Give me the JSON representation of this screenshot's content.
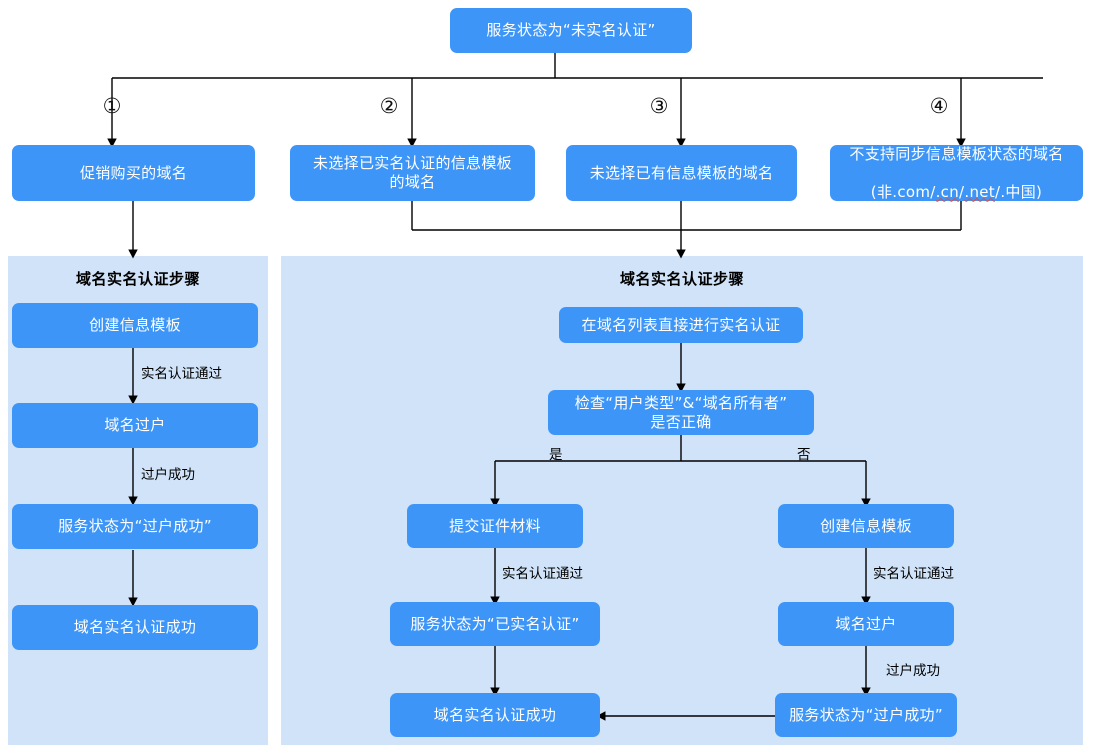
{
  "diagram": {
    "title_top": "服务状态为“未实名认证”",
    "branch_markers": [
      "①",
      "②",
      "③",
      "④"
    ],
    "branch_nodes": [
      {
        "id": "b1",
        "label": "促销购买的域名"
      },
      {
        "id": "b2",
        "label": "未选择已实名认证的信息模板\n的域名"
      },
      {
        "id": "b3",
        "label": "未选择已有信息模板的域名"
      },
      {
        "id": "b4_line1",
        "label": "不支持同步信息模板状态的域名",
        "line2_prefix": "(非.com/",
        "line2_mid": ".cn",
        "line2_sep": "/",
        "line2_mid2": ".net",
        "line2_suffix": "/.中国)"
      }
    ],
    "left_panel": {
      "title": "域名实名认证步骤",
      "nodes": [
        {
          "id": "l1",
          "label": "创建信息模板"
        },
        {
          "id": "l2",
          "label": "域名过户"
        },
        {
          "id": "l3",
          "label": "服务状态为“过户成功”"
        },
        {
          "id": "l4",
          "label": "域名实名认证成功"
        }
      ],
      "edge_labels": [
        "实名认证通过",
        "过户成功"
      ]
    },
    "right_panel": {
      "title": "域名实名认证步骤",
      "nodes": [
        {
          "id": "r1",
          "label": "在域名列表直接进行实名认证"
        },
        {
          "id": "r2",
          "label": "检查“用户类型”&“域名所有者”\n是否正确"
        },
        {
          "id": "r3",
          "label": "提交证件材料"
        },
        {
          "id": "r4",
          "label": "创建信息模板"
        },
        {
          "id": "r5",
          "label": "服务状态为“已实名认证”"
        },
        {
          "id": "r6",
          "label": "域名过户"
        },
        {
          "id": "r7",
          "label": "域名实名认证成功"
        },
        {
          "id": "r8",
          "label": "服务状态为“过户成功”"
        }
      ],
      "edge_labels": {
        "yes": "是",
        "no": "否",
        "left_pass": "实名认证通过",
        "right_pass": "实名认证通过",
        "transfer_ok": "过户成功"
      }
    },
    "colors": {
      "node_blue": "#3d96f7",
      "panel_blue": "#d0e3f8",
      "connector": "#000000",
      "node_text": "#ffffff",
      "spellcheck_red": "#e04a3f"
    }
  }
}
